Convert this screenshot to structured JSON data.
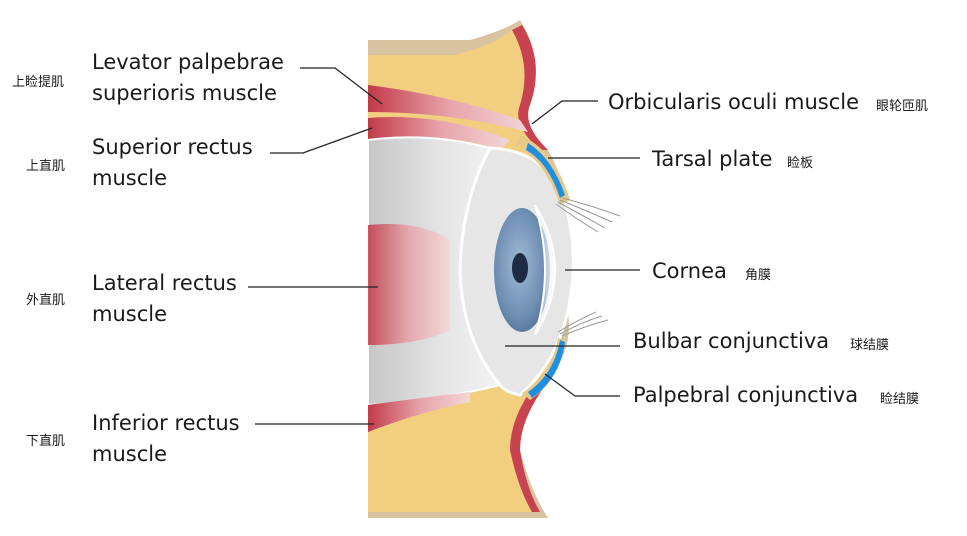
{
  "labels": {
    "left": [
      {
        "id": "levator",
        "en": [
          "Levator palpebrae",
          "superioris muscle"
        ],
        "zh": "上睑提肌"
      },
      {
        "id": "superior",
        "en": [
          "Superior rectus",
          "muscle"
        ],
        "zh": "上直肌"
      },
      {
        "id": "lateral",
        "en": [
          "Lateral rectus",
          "muscle"
        ],
        "zh": "外直肌"
      },
      {
        "id": "inferior",
        "en": [
          "Inferior rectus",
          "muscle"
        ],
        "zh": "下直肌"
      }
    ],
    "right": [
      {
        "id": "orbicularis",
        "en": "Orbicularis oculi muscle",
        "zh": "眼轮匝肌"
      },
      {
        "id": "tarsal",
        "en": "Tarsal plate",
        "zh": "睑板"
      },
      {
        "id": "cornea",
        "en": "Cornea",
        "zh": "角膜"
      },
      {
        "id": "bulbar",
        "en": "Bulbar conjunctiva",
        "zh": "球结膜"
      },
      {
        "id": "palpebral",
        "en": "Palpebral conjunctiva",
        "zh": "睑结膜"
      }
    ]
  },
  "colors": {
    "skin": "#d9c3a1",
    "fat": "#f2cf7e",
    "muscle": "#c9424f",
    "muscle_light": "#e9a7ad",
    "globe": "#dadada",
    "iris": "#7f9fbf",
    "pupil": "#1e2b44",
    "conjunctiva_blue": "#1f8fe0"
  }
}
